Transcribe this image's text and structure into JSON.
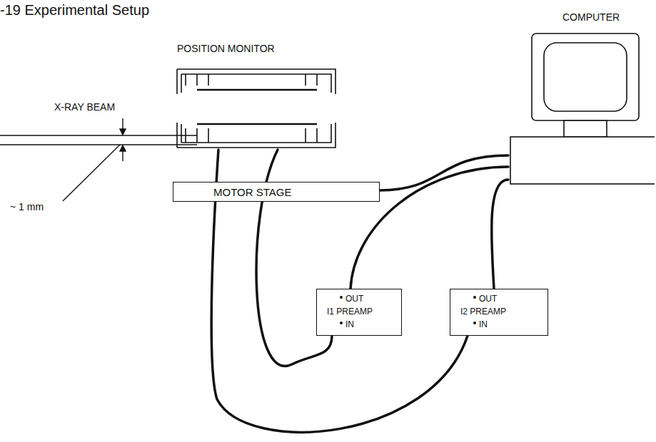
{
  "diagram": {
    "title": "-19 Experimental Setup",
    "nodes": [
      {
        "text": [
          "POSITION MONITOR"
        ]
      },
      {
        "text": [
          "COMPUTER"
        ]
      },
      {
        "text": [
          "MOTOR STAGE"
        ]
      },
      {
        "text": [
          "OUT",
          "I1 PREAMP",
          "IN"
        ]
      },
      {
        "text": [
          "OUT",
          "I2 PREAMP",
          "IN"
        ]
      }
    ],
    "edges": [
      {
        "from": 2,
        "to": 1,
        "arrow": "none"
      },
      {
        "from": 0,
        "to": 3,
        "arrow": "none"
      },
      {
        "from": 0,
        "to": 4,
        "arrow": "none"
      },
      {
        "from": 3,
        "to": 1,
        "arrow": "none"
      },
      {
        "from": 4,
        "to": 1,
        "arrow": "none"
      }
    ],
    "labels": [
      "X-RAY BEAM",
      "~ 1 mm"
    ]
  }
}
